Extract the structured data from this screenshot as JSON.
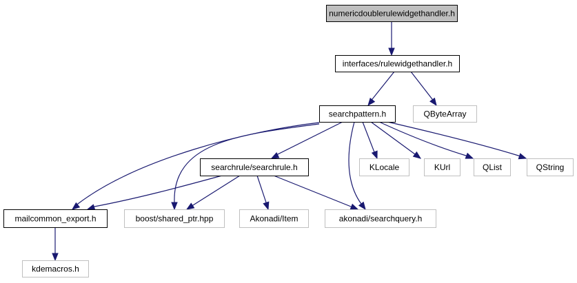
{
  "diagram": {
    "type": "include-dependency-graph",
    "colors": {
      "edge": "#191970",
      "root_fill": "#bfbfbf",
      "local_border": "#000000",
      "external_border": "#bfbfbf"
    },
    "nodes": [
      {
        "id": "n0",
        "label": "numericdoublerulewidgethandler.h",
        "kind": "root"
      },
      {
        "id": "n1",
        "label": "interfaces/rulewidgethandler.h",
        "kind": "local"
      },
      {
        "id": "n2",
        "label": "searchpattern.h",
        "kind": "local"
      },
      {
        "id": "n3",
        "label": "QByteArray",
        "kind": "external"
      },
      {
        "id": "n4",
        "label": "searchrule/searchrule.h",
        "kind": "local"
      },
      {
        "id": "n5",
        "label": "KLocale",
        "kind": "external"
      },
      {
        "id": "n6",
        "label": "KUrl",
        "kind": "external"
      },
      {
        "id": "n7",
        "label": "QList",
        "kind": "external"
      },
      {
        "id": "n8",
        "label": "QString",
        "kind": "external"
      },
      {
        "id": "n9",
        "label": "mailcommon_export.h",
        "kind": "local"
      },
      {
        "id": "n10",
        "label": "boost/shared_ptr.hpp",
        "kind": "external"
      },
      {
        "id": "n11",
        "label": "Akonadi/Item",
        "kind": "external"
      },
      {
        "id": "n12",
        "label": "akonadi/searchquery.h",
        "kind": "external"
      },
      {
        "id": "n13",
        "label": "kdemacros.h",
        "kind": "external"
      }
    ],
    "edges": [
      {
        "from": "n0",
        "to": "n1"
      },
      {
        "from": "n1",
        "to": "n2"
      },
      {
        "from": "n1",
        "to": "n3"
      },
      {
        "from": "n2",
        "to": "n4"
      },
      {
        "from": "n2",
        "to": "n5"
      },
      {
        "from": "n2",
        "to": "n6"
      },
      {
        "from": "n2",
        "to": "n7"
      },
      {
        "from": "n2",
        "to": "n8"
      },
      {
        "from": "n2",
        "to": "n9"
      },
      {
        "from": "n2",
        "to": "n10"
      },
      {
        "from": "n2",
        "to": "n12"
      },
      {
        "from": "n4",
        "to": "n9"
      },
      {
        "from": "n4",
        "to": "n10"
      },
      {
        "from": "n4",
        "to": "n11"
      },
      {
        "from": "n4",
        "to": "n12"
      },
      {
        "from": "n9",
        "to": "n13"
      }
    ]
  }
}
